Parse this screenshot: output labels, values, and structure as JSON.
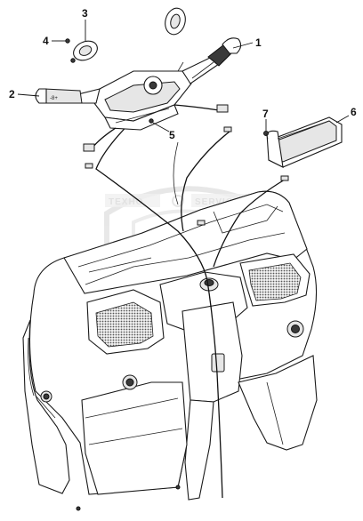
{
  "callouts": [
    {
      "id": "1",
      "label": "1"
    },
    {
      "id": "2",
      "label": "2"
    },
    {
      "id": "3",
      "label": "3"
    },
    {
      "id": "4",
      "label": "4"
    },
    {
      "id": "5",
      "label": "5"
    },
    {
      "id": "6",
      "label": "6"
    },
    {
      "id": "7",
      "label": "7"
    }
  ],
  "watermark": {
    "text_left": "TEXHO",
    "text_right": "SERVICE"
  },
  "switch_marking": "-8+"
}
